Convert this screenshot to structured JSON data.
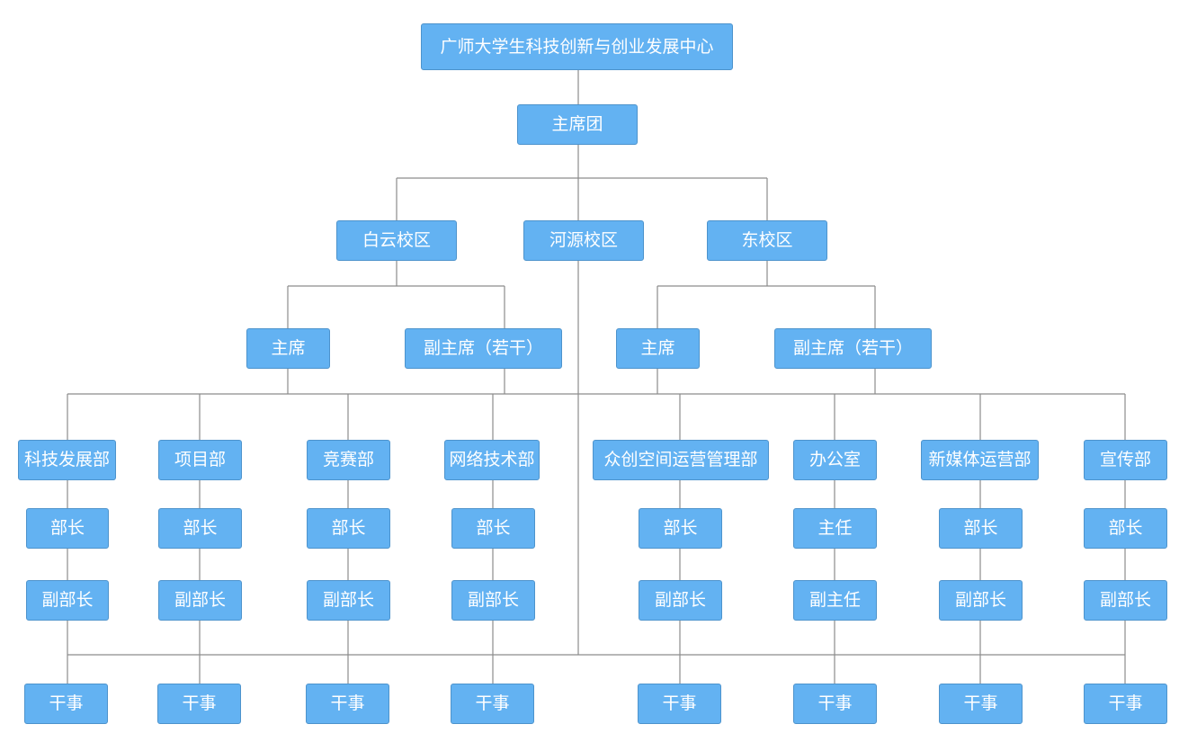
{
  "center": "广师大学生科技创新与创业发展中心",
  "presidium": "主席团",
  "campuses": {
    "baiyun": "白云校区",
    "heyuan": "河源校区",
    "east": "东校区"
  },
  "officers": {
    "baiyun_chair": "主席",
    "baiyun_vice": "副主席（若干）",
    "east_chair": "主席",
    "east_vice": "副主席（若干）"
  },
  "departments": [
    {
      "name": "科技发展部",
      "head": "部长",
      "deputy": "副部长",
      "staff": "干事"
    },
    {
      "name": "项目部",
      "head": "部长",
      "deputy": "副部长",
      "staff": "干事"
    },
    {
      "name": "竞赛部",
      "head": "部长",
      "deputy": "副部长",
      "staff": "干事"
    },
    {
      "name": "网络技术部",
      "head": "部长",
      "deputy": "副部长",
      "staff": "干事"
    },
    {
      "name": "众创空间运营管理部",
      "head": "部长",
      "deputy": "副部长",
      "staff": "干事"
    },
    {
      "name": "办公室",
      "head": "主任",
      "deputy": "副主任",
      "staff": "干事"
    },
    {
      "name": "新媒体运营部",
      "head": "部长",
      "deputy": "副部长",
      "staff": "干事"
    },
    {
      "name": "宣传部",
      "head": "部长",
      "deputy": "副部长",
      "staff": "干事"
    }
  ]
}
